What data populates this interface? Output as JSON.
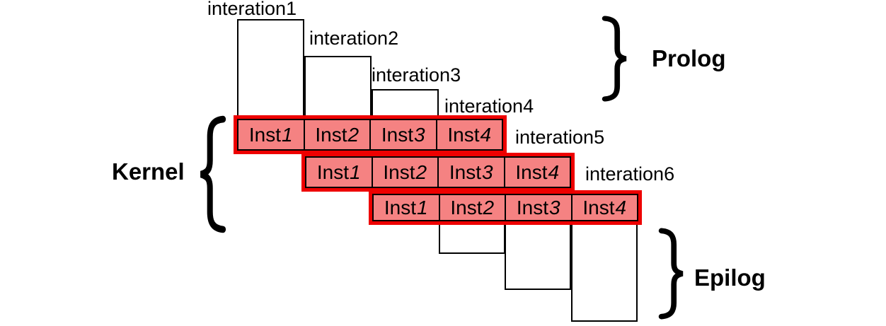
{
  "diagram": {
    "iteration_labels": [
      "interation1",
      "interation2",
      "interation3",
      "interation4",
      "interation5",
      "interation6"
    ],
    "phases": {
      "prolog": "Prolog",
      "kernel": "Kernel",
      "epilog": "Epilog"
    },
    "kernel_rows": [
      {
        "cells": [
          {
            "word": "Inst",
            "num": "1"
          },
          {
            "word": "Inst",
            "num": "2"
          },
          {
            "word": "Inst",
            "num": "3"
          },
          {
            "word": "Inst",
            "num": "4"
          }
        ]
      },
      {
        "cells": [
          {
            "word": "Inst",
            "num": "1"
          },
          {
            "word": "Inst",
            "num": "2"
          },
          {
            "word": "Inst",
            "num": "3"
          },
          {
            "word": "Inst",
            "num": "4"
          }
        ]
      },
      {
        "cells": [
          {
            "word": "Inst",
            "num": "1"
          },
          {
            "word": "Inst",
            "num": "2"
          },
          {
            "word": "Inst",
            "num": "3"
          },
          {
            "word": "Inst",
            "num": "4"
          }
        ]
      }
    ],
    "colors": {
      "kernel_fill": "#f58282",
      "kernel_border": "#ee0000",
      "box_line": "#000000",
      "text": "#000000"
    }
  }
}
